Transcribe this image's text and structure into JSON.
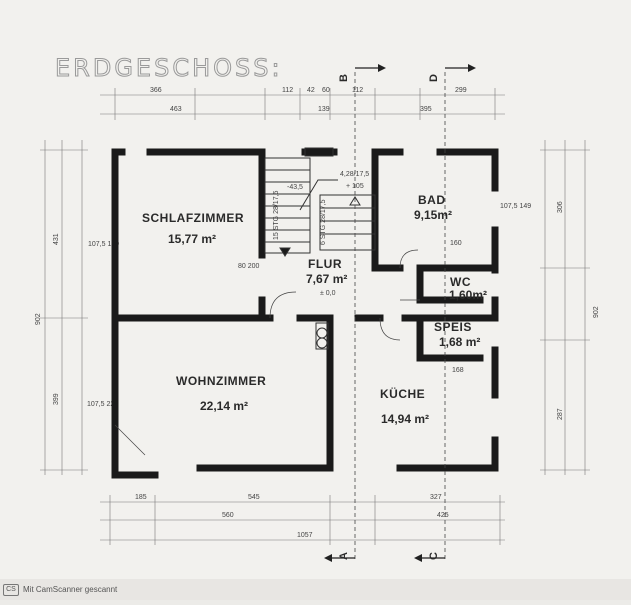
{
  "plan": {
    "title": "ERDGESCHOSS:",
    "rooms": [
      {
        "key": "schlafzimmer",
        "name": "SCHLAFZIMMER",
        "area": "15,77 m²"
      },
      {
        "key": "bad",
        "name": "BAD",
        "area": "9,15m²"
      },
      {
        "key": "flur",
        "name": "FLUR",
        "area": "7,67 m²",
        "level": "± 0,0"
      },
      {
        "key": "wc",
        "name": "WC",
        "area": "1,60m²"
      },
      {
        "key": "speis",
        "name": "SPEIS",
        "area": "1,68 m²"
      },
      {
        "key": "wohnzimmer",
        "name": "WOHNZIMMER",
        "area": "22,14 m²"
      },
      {
        "key": "kueche",
        "name": "KÜCHE",
        "area": "14,94 m²"
      }
    ],
    "sections": {
      "a": "A",
      "b": "B",
      "c": "C",
      "d": "D"
    },
    "dimensions": {
      "top_row1": [
        "366",
        "112",
        "42",
        "60",
        "112",
        "299"
      ],
      "top_row2": [
        "463",
        "139",
        "395"
      ],
      "bottom_row1": [
        "185",
        "545",
        "327"
      ],
      "bottom_row2": [
        "560",
        "425"
      ],
      "bottom_total": "1057",
      "left_upper": "431",
      "left_lower": "399",
      "left_total": "902",
      "right_upper": "306",
      "right_lower": "287",
      "right_total": "902",
      "stair_a": "15 STG 28/17,5",
      "stair_b": "6 STG 28/17,5",
      "stair_level_up": "-43,5",
      "stair_level_note": "4,28/17,5",
      "stair_level_top": "+ 105",
      "bad_window": "107,5 149",
      "bad_inner": "160",
      "door_80_200": "80 200",
      "kueche_168": "168",
      "wohn_window": "107,5 222",
      "left_window": "107,5 149"
    }
  },
  "footer": {
    "logo": "CS",
    "text": "Mit CamScanner gescannt"
  }
}
